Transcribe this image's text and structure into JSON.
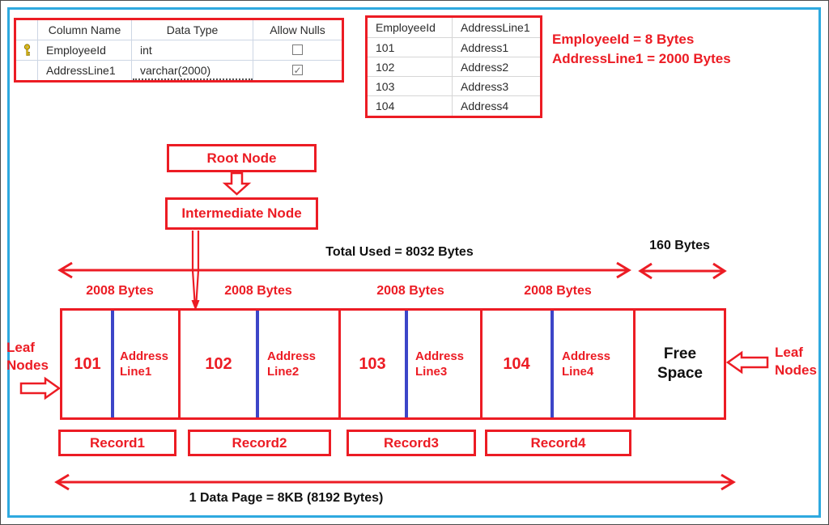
{
  "design_table": {
    "headers": [
      "Column Name",
      "Data Type",
      "Allow Nulls"
    ],
    "rows": [
      {
        "column_name": "EmployeeId",
        "data_type": "int",
        "allow_nulls": "unchecked",
        "check_glyph": "",
        "has_key_icon": true
      },
      {
        "column_name": "AddressLine1",
        "data_type": "varchar(2000)",
        "allow_nulls": "checked",
        "check_glyph": "✓",
        "has_key_icon": false
      }
    ]
  },
  "result_table": {
    "headers": [
      "EmployeeId",
      "AddressLine1"
    ],
    "rows": [
      [
        "101",
        "Address1"
      ],
      [
        "102",
        "Address2"
      ],
      [
        "103",
        "Address3"
      ],
      [
        "104",
        "Address4"
      ]
    ]
  },
  "notes": {
    "line1": "EmployeeId = 8 Bytes",
    "line2": "AddressLine1 = 2000 Bytes"
  },
  "tree": {
    "root_label": "Root Node",
    "intermediate_label": "Intermediate Node"
  },
  "measurements": {
    "total_used_label": "Total Used = 8032 Bytes",
    "free_bytes_label": "160 Bytes",
    "data_page_label": "1 Data Page = 8KB (8192 Bytes)"
  },
  "page": {
    "sections": [
      {
        "bytes_label": "2008 Bytes",
        "id": "101",
        "address": "Address Line1",
        "record_label": "Record1"
      },
      {
        "bytes_label": "2008 Bytes",
        "id": "102",
        "address": "Address Line2",
        "record_label": "Record2"
      },
      {
        "bytes_label": "2008 Bytes",
        "id": "103",
        "address": "Address Line3",
        "record_label": "Record3"
      },
      {
        "bytes_label": "2008 Bytes",
        "id": "104",
        "address": "Address Line4",
        "record_label": "Record4"
      }
    ],
    "free_space_label": "Free Space",
    "leaf_left_label": "Leaf Nodes",
    "leaf_right_label": "Leaf Nodes"
  },
  "colors": {
    "red": "#EC1C24",
    "blue": "#3C45C8",
    "frame_cyan": "#2EA9DF",
    "black": "#111111"
  }
}
